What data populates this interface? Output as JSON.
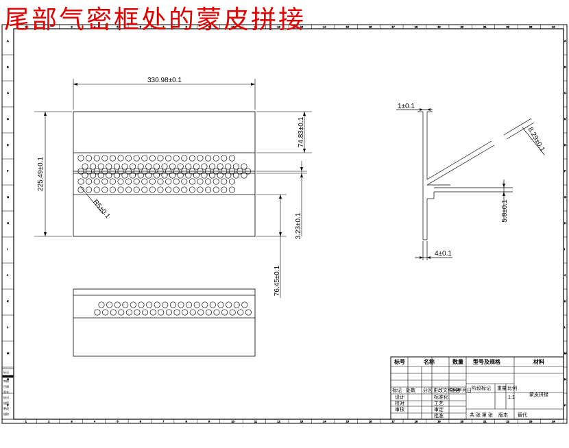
{
  "title": "尾部气密框处的蒙皮拼接",
  "colors": {
    "title": "#e00000",
    "line": "#000000",
    "background": "#ffffff"
  },
  "dimensions": {
    "width": "330.98±0.1",
    "height": "225.49±0.1",
    "top_band": "74.83±0.1",
    "mid_band": "3.23±0.1",
    "lower_band": "76.45±0.1",
    "radius": "R5±0.1",
    "section_thickness": "1±0.1",
    "section_diagonal": "8.29±0.1",
    "section_flange": "5.8±0.1",
    "section_base": "4±0.1"
  },
  "title_block": {
    "header": [
      "标号",
      "名称",
      "数量",
      "型号及规格",
      "材料"
    ],
    "rows": [
      [
        "标记",
        "处数",
        "分区",
        "更改文件号",
        "签名",
        "年月日"
      ],
      [
        "设计",
        "",
        "",
        "标准化",
        "",
        ""
      ],
      [
        "校对",
        "",
        "",
        "工艺",
        "",
        ""
      ],
      [
        "审核",
        "",
        "",
        "审定",
        "",
        ""
      ],
      [
        "",
        "",
        "",
        "批准",
        "",
        ""
      ]
    ],
    "stage_label": "阶段标记",
    "weight_label": "重量",
    "scale_label": "比例",
    "scale_value": "1:1",
    "sheet_label": "共 张 第 张",
    "version_label": "版本",
    "replace_label": "替代",
    "drawing_name": "蒙皮拼接"
  },
  "side_strip": [
    "标记",
    "审核",
    "日期",
    "签名",
    "校对",
    "描图",
    "更改",
    "描校"
  ],
  "frame_ticks": {
    "top": [
      "1",
      "2",
      "3",
      "4",
      "5",
      "6",
      "7",
      "8",
      "9",
      "10",
      "11",
      "12",
      "13",
      "14",
      "15",
      "16",
      "17",
      "18",
      "19",
      "20",
      "21",
      "22",
      "23",
      "24"
    ],
    "left": [
      "A",
      "B",
      "C",
      "D",
      "E",
      "F",
      "G",
      "H",
      "I",
      "J",
      "K",
      "L",
      "M",
      "N",
      "P"
    ]
  }
}
